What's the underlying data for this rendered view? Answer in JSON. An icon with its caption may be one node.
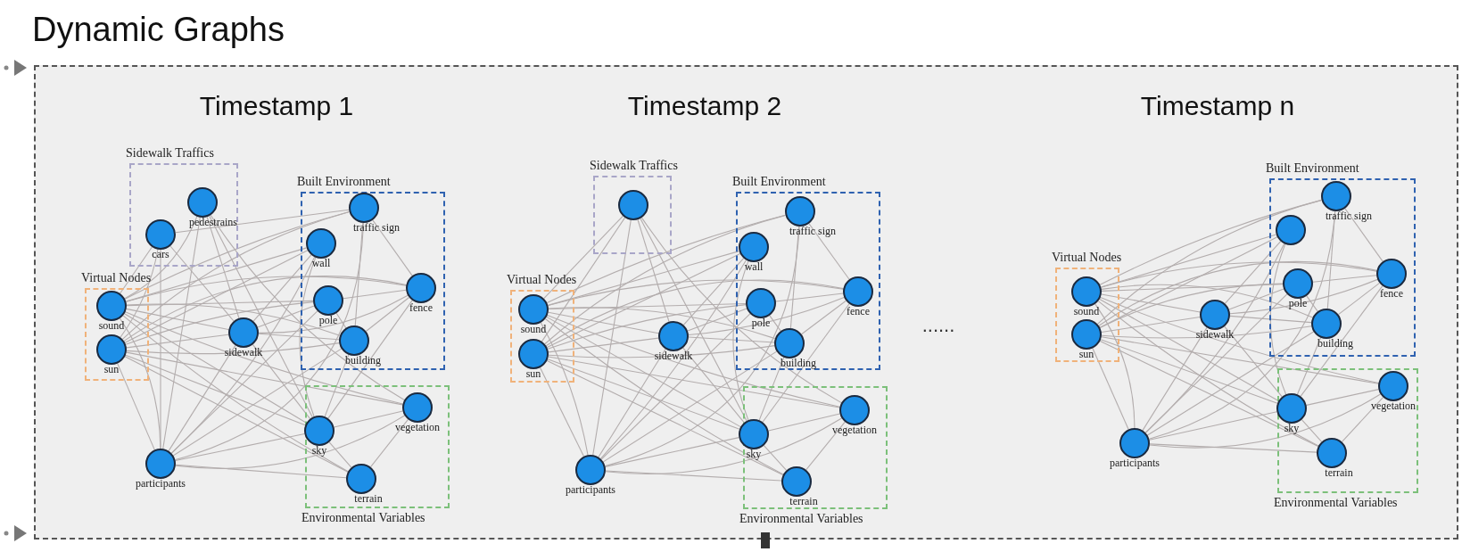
{
  "diagram": {
    "title": "Dynamic Graphs",
    "nodes": [
      {
        "text": [],
        "shape": "box"
      },
      {
        "text": [
          "Sidewalk Traffics"
        ],
        "in": 0
      },
      {
        "text": [
          "pedestrains"
        ],
        "in": 1
      },
      {
        "text": [
          "cars"
        ],
        "in": 1
      },
      {
        "text": [
          "Virtual Nodes"
        ],
        "in": 0
      },
      {
        "text": [
          "sound"
        ],
        "in": 4
      },
      {
        "text": [
          "sun"
        ],
        "in": 4
      },
      {
        "text": [
          "sidewalk"
        ],
        "in": 0
      },
      {
        "text": [
          "Built Environment"
        ],
        "in": 0
      },
      {
        "text": [
          "traffic sign"
        ],
        "in": 8
      },
      {
        "text": [
          "wall"
        ],
        "in": 8
      },
      {
        "text": [
          "pole"
        ],
        "in": 8
      },
      {
        "text": [
          "fence"
        ],
        "in": 8
      },
      {
        "text": [
          "building"
        ],
        "in": 8
      },
      {
        "text": [
          "Environmental Variables"
        ],
        "in": 0
      },
      {
        "text": [
          "sky"
        ],
        "in": 14
      },
      {
        "text": [
          "vegetation"
        ],
        "in": 14
      },
      {
        "text": [
          "terrain"
        ],
        "in": 14
      },
      {
        "text": [
          "participants"
        ],
        "in": 0
      },
      {
        "text": [
          "Sidewalk Traffics"
        ],
        "in": 0
      },
      {
        "text": [],
        "shape": "circle",
        "in": 19
      },
      {
        "text": [
          "Virtual Nodes"
        ],
        "in": 0
      },
      {
        "text": [
          "sound"
        ],
        "in": 21
      },
      {
        "text": [
          "sun"
        ],
        "in": 21
      },
      {
        "text": [
          "sidewalk"
        ],
        "in": 0
      },
      {
        "text": [
          "Built Environment"
        ],
        "in": 0
      },
      {
        "text": [
          "traffic sign"
        ],
        "in": 25
      },
      {
        "text": [
          "wall"
        ],
        "in": 25
      },
      {
        "text": [
          "pole"
        ],
        "in": 25
      },
      {
        "text": [
          "fence"
        ],
        "in": 25
      },
      {
        "text": [
          "building"
        ],
        "in": 25
      },
      {
        "text": [
          "Environmental Variables"
        ],
        "in": 0
      },
      {
        "text": [
          "sky"
        ],
        "in": 31
      },
      {
        "text": [
          "vegetation"
        ],
        "in": 31
      },
      {
        "text": [
          "terrain"
        ],
        "in": 31
      },
      {
        "text": [
          "participants"
        ],
        "in": 0
      },
      {
        "text": [
          "Virtual Nodes"
        ],
        "in": 0
      },
      {
        "text": [
          "sound"
        ],
        "in": 36
      },
      {
        "text": [
          "sun"
        ],
        "in": 36
      },
      {
        "text": [
          "sidewalk"
        ],
        "in": 0
      },
      {
        "text": [
          "Built Environment"
        ],
        "in": 0
      },
      {
        "text": [
          "traffic sign"
        ],
        "in": 40
      },
      {
        "text": [],
        "shape": "circle",
        "in": 40
      },
      {
        "text": [
          "pole"
        ],
        "in": 40
      },
      {
        "text": [
          "fence"
        ],
        "in": 40
      },
      {
        "text": [
          "building"
        ],
        "in": 40
      },
      {
        "text": [
          "Environmental Variables"
        ],
        "in": 0
      },
      {
        "text": [
          "sky"
        ],
        "in": 46
      },
      {
        "text": [
          "vegetation"
        ],
        "in": 46
      },
      {
        "text": [
          "terrain"
        ],
        "in": 46
      },
      {
        "text": [
          "participants"
        ],
        "in": 0
      }
    ],
    "edges": [
      {
        "from": 5,
        "to": 9,
        "arrow": "none"
      },
      {
        "from": 5,
        "to": 10,
        "arrow": "none"
      },
      {
        "from": 5,
        "to": 11,
        "arrow": "none"
      },
      {
        "from": 5,
        "to": 12,
        "arrow": "none"
      },
      {
        "from": 5,
        "to": 13,
        "arrow": "none"
      },
      {
        "from": 5,
        "to": 15,
        "arrow": "none"
      },
      {
        "from": 5,
        "to": 16,
        "arrow": "none"
      },
      {
        "from": 5,
        "to": 17,
        "arrow": "none"
      },
      {
        "from": 5,
        "to": 7,
        "arrow": "none"
      },
      {
        "from": 5,
        "to": 18,
        "arrow": "none"
      },
      {
        "from": 6,
        "to": 9,
        "arrow": "none"
      },
      {
        "from": 6,
        "to": 10,
        "arrow": "none"
      },
      {
        "from": 6,
        "to": 11,
        "arrow": "none"
      },
      {
        "from": 6,
        "to": 12,
        "arrow": "none"
      },
      {
        "from": 6,
        "to": 13,
        "arrow": "none"
      },
      {
        "from": 6,
        "to": 15,
        "arrow": "none"
      },
      {
        "from": 6,
        "to": 16,
        "arrow": "none"
      },
      {
        "from": 6,
        "to": 17,
        "arrow": "none"
      },
      {
        "from": 6,
        "to": 7,
        "arrow": "none"
      },
      {
        "from": 6,
        "to": 18,
        "arrow": "none"
      },
      {
        "from": 7,
        "to": 10,
        "arrow": "none"
      },
      {
        "from": 7,
        "to": 11,
        "arrow": "none"
      },
      {
        "from": 7,
        "to": 13,
        "arrow": "none"
      },
      {
        "from": 7,
        "to": 12,
        "arrow": "none"
      },
      {
        "from": 7,
        "to": 15,
        "arrow": "none"
      },
      {
        "from": 7,
        "to": 18,
        "arrow": "none"
      },
      {
        "from": 18,
        "to": 9,
        "arrow": "none"
      },
      {
        "from": 18,
        "to": 10,
        "arrow": "none"
      },
      {
        "from": 18,
        "to": 11,
        "arrow": "none"
      },
      {
        "from": 18,
        "to": 13,
        "arrow": "none"
      },
      {
        "from": 18,
        "to": 15,
        "arrow": "none"
      },
      {
        "from": 18,
        "to": 17,
        "arrow": "none"
      },
      {
        "from": 18,
        "to": 16,
        "arrow": "none"
      },
      {
        "from": 9,
        "to": 12,
        "arrow": "none"
      },
      {
        "from": 9,
        "to": 13,
        "arrow": "none"
      },
      {
        "from": 10,
        "to": 15,
        "arrow": "none"
      },
      {
        "from": 11,
        "to": 13,
        "arrow": "none"
      },
      {
        "from": 12,
        "to": 13,
        "arrow": "none"
      },
      {
        "from": 12,
        "to": 15,
        "arrow": "none"
      },
      {
        "from": 13,
        "to": 15,
        "arrow": "none"
      },
      {
        "from": 15,
        "to": 16,
        "arrow": "none"
      },
      {
        "from": 15,
        "to": 17,
        "arrow": "none"
      },
      {
        "from": 16,
        "to": 17,
        "arrow": "none"
      },
      {
        "from": 11,
        "to": 12,
        "arrow": "none"
      },
      {
        "from": 2,
        "to": 15,
        "arrow": "none"
      },
      {
        "from": 2,
        "to": 7,
        "arrow": "none"
      },
      {
        "from": 2,
        "to": 18,
        "arrow": "none"
      },
      {
        "from": 2,
        "to": 5,
        "arrow": "none"
      },
      {
        "from": 2,
        "to": 16,
        "arrow": "none"
      },
      {
        "from": 3,
        "to": 5,
        "arrow": "none"
      },
      {
        "from": 3,
        "to": 6,
        "arrow": "none"
      },
      {
        "from": 3,
        "to": 18,
        "arrow": "none"
      },
      {
        "from": 3,
        "to": 7,
        "arrow": "none"
      },
      {
        "from": 3,
        "to": 9,
        "arrow": "none"
      },
      {
        "from": 22,
        "to": 26,
        "arrow": "none"
      },
      {
        "from": 22,
        "to": 27,
        "arrow": "none"
      },
      {
        "from": 22,
        "to": 28,
        "arrow": "none"
      },
      {
        "from": 22,
        "to": 29,
        "arrow": "none"
      },
      {
        "from": 22,
        "to": 30,
        "arrow": "none"
      },
      {
        "from": 22,
        "to": 32,
        "arrow": "none"
      },
      {
        "from": 22,
        "to": 33,
        "arrow": "none"
      },
      {
        "from": 22,
        "to": 34,
        "arrow": "none"
      },
      {
        "from": 22,
        "to": 24,
        "arrow": "none"
      },
      {
        "from": 22,
        "to": 35,
        "arrow": "none"
      },
      {
        "from": 23,
        "to": 26,
        "arrow": "none"
      },
      {
        "from": 23,
        "to": 27,
        "arrow": "none"
      },
      {
        "from": 23,
        "to": 28,
        "arrow": "none"
      },
      {
        "from": 23,
        "to": 29,
        "arrow": "none"
      },
      {
        "from": 23,
        "to": 30,
        "arrow": "none"
      },
      {
        "from": 23,
        "to": 32,
        "arrow": "none"
      },
      {
        "from": 23,
        "to": 33,
        "arrow": "none"
      },
      {
        "from": 23,
        "to": 34,
        "arrow": "none"
      },
      {
        "from": 23,
        "to": 24,
        "arrow": "none"
      },
      {
        "from": 23,
        "to": 35,
        "arrow": "none"
      },
      {
        "from": 24,
        "to": 27,
        "arrow": "none"
      },
      {
        "from": 24,
        "to": 28,
        "arrow": "none"
      },
      {
        "from": 24,
        "to": 30,
        "arrow": "none"
      },
      {
        "from": 24,
        "to": 29,
        "arrow": "none"
      },
      {
        "from": 24,
        "to": 32,
        "arrow": "none"
      },
      {
        "from": 24,
        "to": 35,
        "arrow": "none"
      },
      {
        "from": 35,
        "to": 26,
        "arrow": "none"
      },
      {
        "from": 35,
        "to": 27,
        "arrow": "none"
      },
      {
        "from": 35,
        "to": 28,
        "arrow": "none"
      },
      {
        "from": 35,
        "to": 30,
        "arrow": "none"
      },
      {
        "from": 35,
        "to": 32,
        "arrow": "none"
      },
      {
        "from": 35,
        "to": 34,
        "arrow": "none"
      },
      {
        "from": 35,
        "to": 33,
        "arrow": "none"
      },
      {
        "from": 26,
        "to": 29,
        "arrow": "none"
      },
      {
        "from": 26,
        "to": 30,
        "arrow": "none"
      },
      {
        "from": 27,
        "to": 32,
        "arrow": "none"
      },
      {
        "from": 28,
        "to": 30,
        "arrow": "none"
      },
      {
        "from": 29,
        "to": 30,
        "arrow": "none"
      },
      {
        "from": 29,
        "to": 32,
        "arrow": "none"
      },
      {
        "from": 30,
        "to": 32,
        "arrow": "none"
      },
      {
        "from": 32,
        "to": 33,
        "arrow": "none"
      },
      {
        "from": 32,
        "to": 34,
        "arrow": "none"
      },
      {
        "from": 33,
        "to": 34,
        "arrow": "none"
      },
      {
        "from": 28,
        "to": 29,
        "arrow": "none"
      },
      {
        "from": 20,
        "to": 22,
        "arrow": "none"
      },
      {
        "from": 20,
        "to": 23,
        "arrow": "none"
      },
      {
        "from": 20,
        "to": 35,
        "arrow": "none"
      },
      {
        "from": 20,
        "to": 24,
        "arrow": "none"
      },
      {
        "from": 20,
        "to": 32,
        "arrow": "none"
      },
      {
        "from": 20,
        "to": 33,
        "arrow": "none"
      },
      {
        "from": 37,
        "to": 41,
        "arrow": "none"
      },
      {
        "from": 37,
        "to": 42,
        "arrow": "none"
      },
      {
        "from": 37,
        "to": 43,
        "arrow": "none"
      },
      {
        "from": 37,
        "to": 44,
        "arrow": "none"
      },
      {
        "from": 37,
        "to": 45,
        "arrow": "none"
      },
      {
        "from": 37,
        "to": 47,
        "arrow": "none"
      },
      {
        "from": 37,
        "to": 48,
        "arrow": "none"
      },
      {
        "from": 37,
        "to": 49,
        "arrow": "none"
      },
      {
        "from": 37,
        "to": 39,
        "arrow": "none"
      },
      {
        "from": 37,
        "to": 50,
        "arrow": "none"
      },
      {
        "from": 38,
        "to": 41,
        "arrow": "none"
      },
      {
        "from": 38,
        "to": 42,
        "arrow": "none"
      },
      {
        "from": 38,
        "to": 43,
        "arrow": "none"
      },
      {
        "from": 38,
        "to": 44,
        "arrow": "none"
      },
      {
        "from": 38,
        "to": 45,
        "arrow": "none"
      },
      {
        "from": 38,
        "to": 47,
        "arrow": "none"
      },
      {
        "from": 38,
        "to": 48,
        "arrow": "none"
      },
      {
        "from": 38,
        "to": 49,
        "arrow": "none"
      },
      {
        "from": 38,
        "to": 39,
        "arrow": "none"
      },
      {
        "from": 38,
        "to": 50,
        "arrow": "none"
      },
      {
        "from": 39,
        "to": 42,
        "arrow": "none"
      },
      {
        "from": 39,
        "to": 43,
        "arrow": "none"
      },
      {
        "from": 39,
        "to": 45,
        "arrow": "none"
      },
      {
        "from": 39,
        "to": 44,
        "arrow": "none"
      },
      {
        "from": 39,
        "to": 47,
        "arrow": "none"
      },
      {
        "from": 39,
        "to": 50,
        "arrow": "none"
      },
      {
        "from": 50,
        "to": 41,
        "arrow": "none"
      },
      {
        "from": 50,
        "to": 42,
        "arrow": "none"
      },
      {
        "from": 50,
        "to": 43,
        "arrow": "none"
      },
      {
        "from": 50,
        "to": 45,
        "arrow": "none"
      },
      {
        "from": 50,
        "to": 47,
        "arrow": "none"
      },
      {
        "from": 50,
        "to": 49,
        "arrow": "none"
      },
      {
        "from": 50,
        "to": 48,
        "arrow": "none"
      },
      {
        "from": 41,
        "to": 44,
        "arrow": "none"
      },
      {
        "from": 41,
        "to": 45,
        "arrow": "none"
      },
      {
        "from": 42,
        "to": 47,
        "arrow": "none"
      },
      {
        "from": 43,
        "to": 45,
        "arrow": "none"
      },
      {
        "from": 44,
        "to": 45,
        "arrow": "none"
      },
      {
        "from": 44,
        "to": 47,
        "arrow": "none"
      },
      {
        "from": 45,
        "to": 47,
        "arrow": "none"
      },
      {
        "from": 47,
        "to": 48,
        "arrow": "none"
      },
      {
        "from": 47,
        "to": 49,
        "arrow": "none"
      },
      {
        "from": 48,
        "to": 49,
        "arrow": "none"
      },
      {
        "from": 43,
        "to": 44,
        "arrow": "none"
      }
    ],
    "labels": [
      "Timestamp 1",
      "Timestamp 2",
      "Timestamp n",
      "......"
    ]
  }
}
